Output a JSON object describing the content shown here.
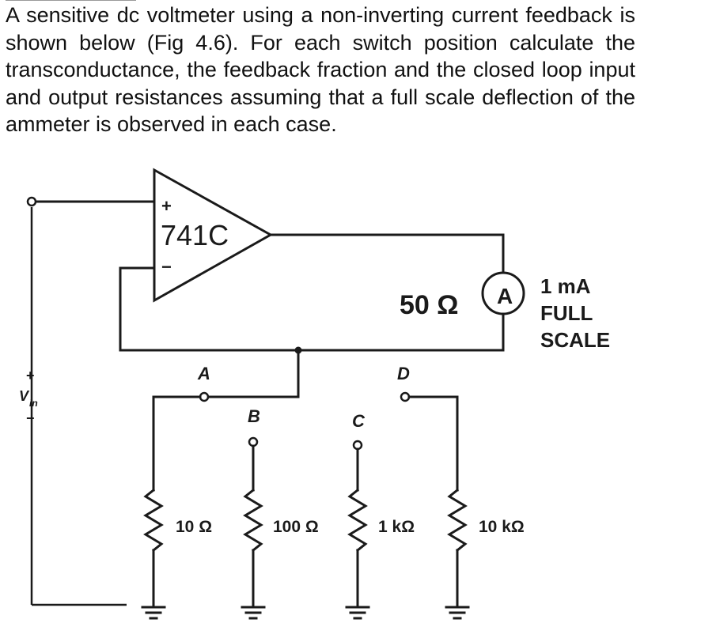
{
  "question": {
    "text": "A sensitive dc voltmeter using a non-inverting current feedback is shown below (Fig 4.6). For each switch position calculate the transconductance, the feedback fraction and the closed loop input and output resistances assuming that a full scale deflection of the ammeter is observed in each case."
  },
  "circuit": {
    "opamp_label": "741C",
    "plus_sign": "+",
    "minus_sign": "−",
    "meter_symbol": "A",
    "meter_resistance": "50 Ω",
    "meter_rating": [
      "1 mA",
      "FULL",
      "SCALE"
    ],
    "input_label": "V",
    "input_label_sub": "in",
    "input_plus": "+",
    "input_minus": "−",
    "switch_positions": [
      "A",
      "B",
      "C",
      "D"
    ],
    "resistors": [
      "10 Ω",
      "100 Ω",
      "1 kΩ",
      "10 kΩ"
    ]
  }
}
